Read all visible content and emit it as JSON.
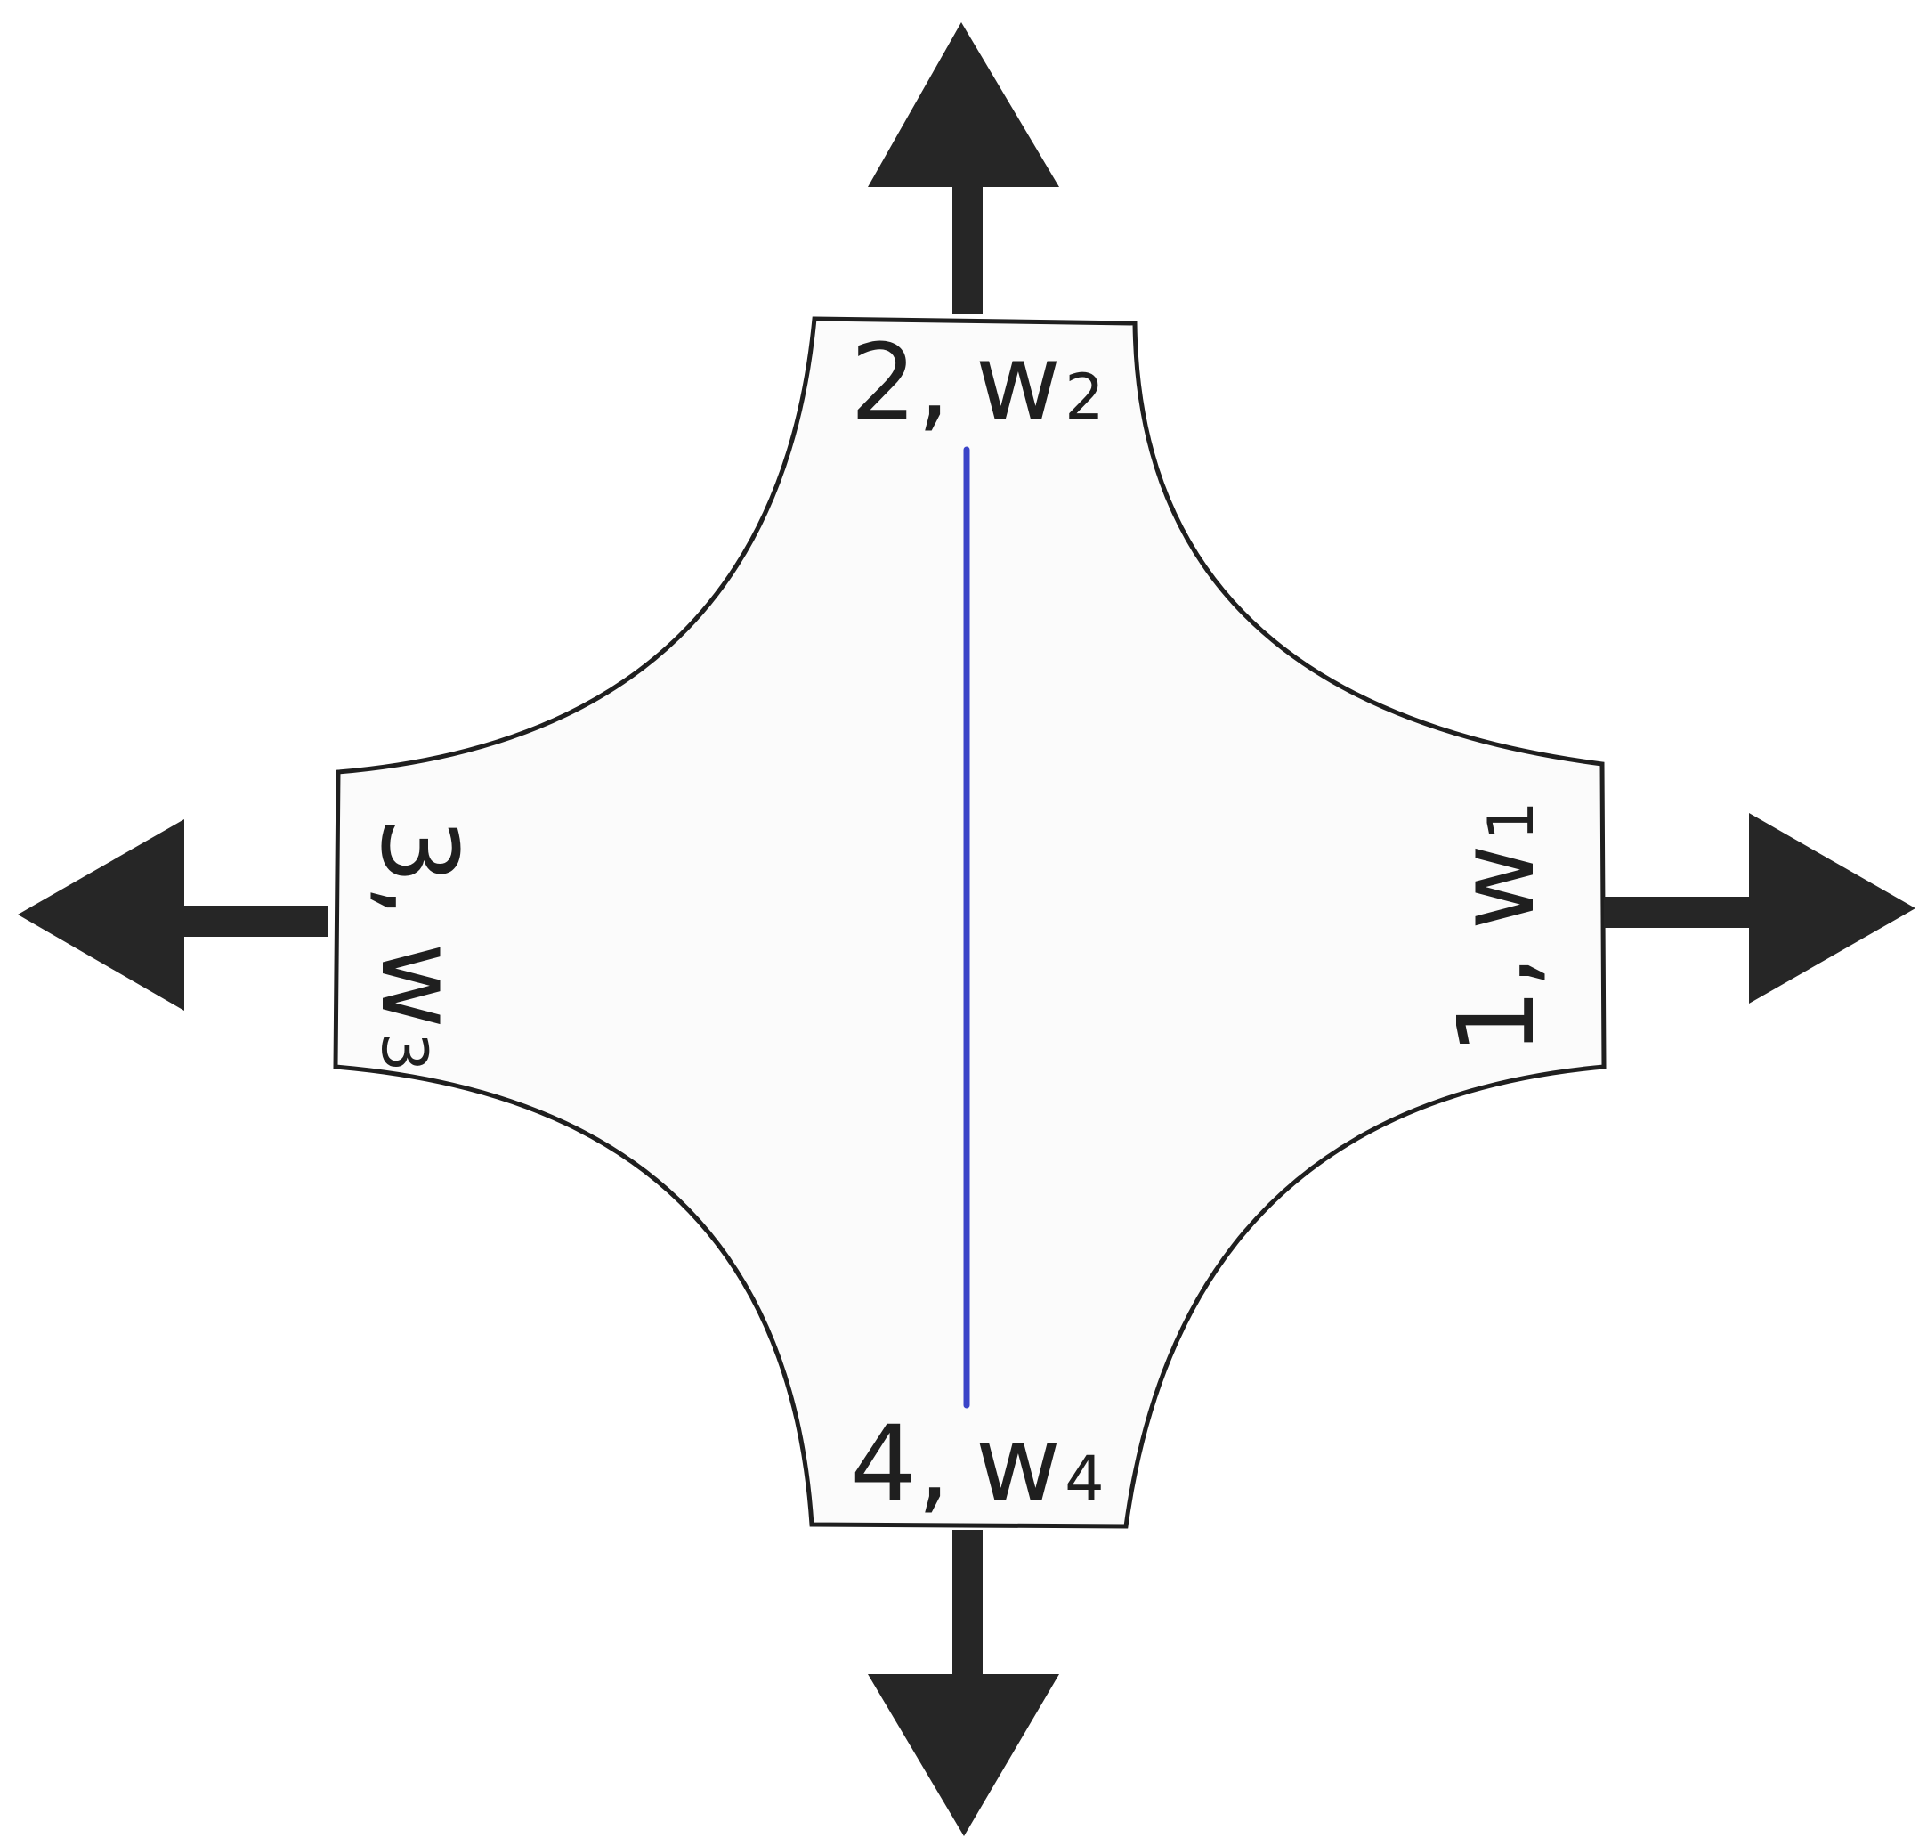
{
  "colors": {
    "outline": "#1f1f1f",
    "fill": "#fbfbfb",
    "arrow": "#262626",
    "center_line": "#3b44c8"
  },
  "ports": {
    "p1": {
      "number": "1",
      "separator": ",",
      "var": "w",
      "sub": "1",
      "arrow": "right"
    },
    "p2": {
      "number": "2",
      "separator": ",",
      "var": "w",
      "sub": "2",
      "arrow": "up"
    },
    "p3": {
      "number": "3",
      "separator": ",",
      "var": "w",
      "sub": "3",
      "arrow": "left"
    },
    "p4": {
      "number": "4",
      "separator": ",",
      "var": "w",
      "sub": "4",
      "arrow": "down"
    }
  },
  "icons": [
    "arrow-up-icon",
    "arrow-down-icon",
    "arrow-left-icon",
    "arrow-right-icon"
  ]
}
